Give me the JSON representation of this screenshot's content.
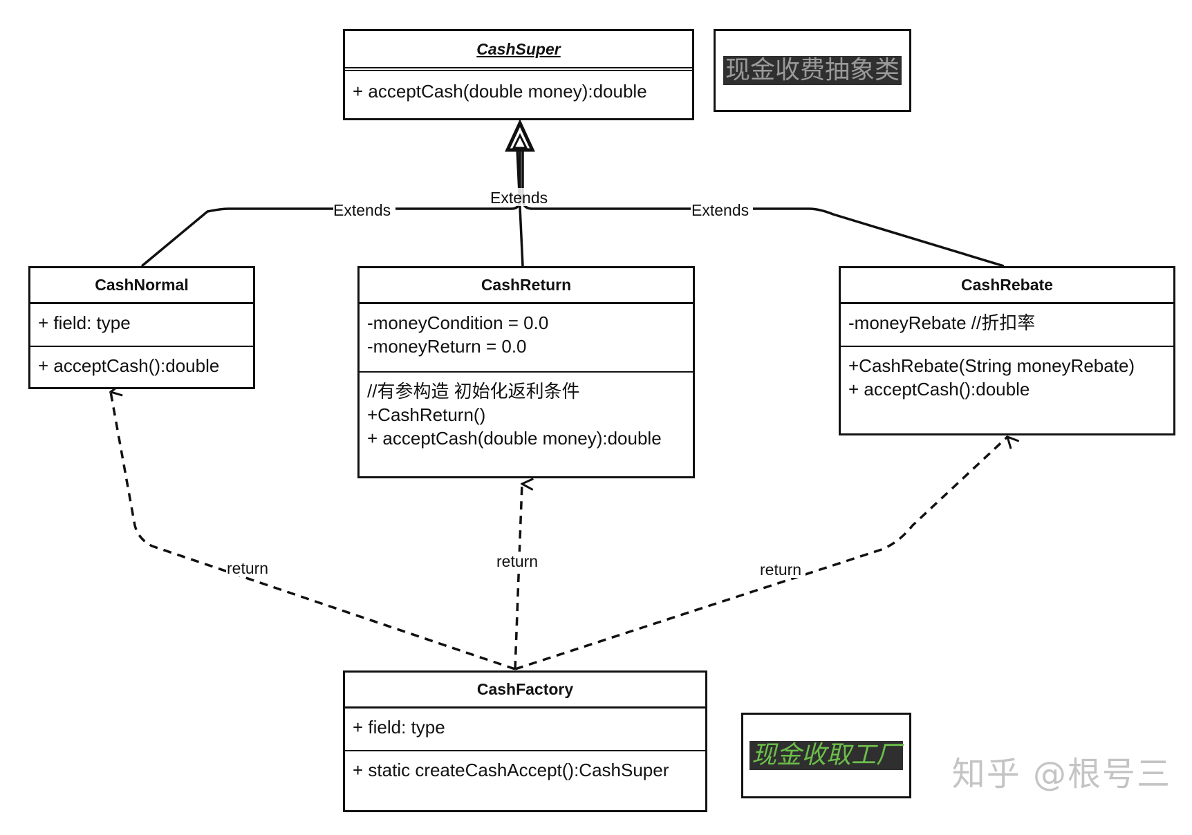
{
  "classes": {
    "cash_super": {
      "name": "CashSuper",
      "methods": [
        "+ acceptCash(double money):double"
      ]
    },
    "cash_normal": {
      "name": "CashNormal",
      "fields": [
        "+ field: type"
      ],
      "methods": [
        "+ acceptCash():double"
      ]
    },
    "cash_return": {
      "name": "CashReturn",
      "fields": [
        "-moneyCondition = 0.0",
        "-moneyReturn = 0.0"
      ],
      "methods": [
        "//有参构造 初始化返利条件",
        "+CashReturn()",
        "+ acceptCash(double money):double"
      ]
    },
    "cash_rebate": {
      "name": "CashRebate",
      "fields": [
        "-moneyRebate //折扣率"
      ],
      "methods": [
        "+CashRebate(String moneyRebate)",
        "+ acceptCash():double"
      ]
    },
    "cash_factory": {
      "name": "CashFactory",
      "fields": [
        "+ field: type"
      ],
      "methods": [
        "+ static createCashAccept():CashSuper"
      ]
    }
  },
  "notes": {
    "abstract_note": "现金收费抽象类",
    "factory_note": "现金收取工厂"
  },
  "edges": {
    "extends_left": "Extends",
    "extends_middle": "Extends",
    "extends_right": "Extends",
    "return_left": "return",
    "return_middle": "return",
    "return_right": "return"
  },
  "colors": {
    "note_abstract_text": "#9a9a9a",
    "note_factory_text": "#6cbf4a",
    "note_background": "#2f2f2f",
    "watermark": "#c4c4c4"
  },
  "watermark": "知乎 @根号三"
}
